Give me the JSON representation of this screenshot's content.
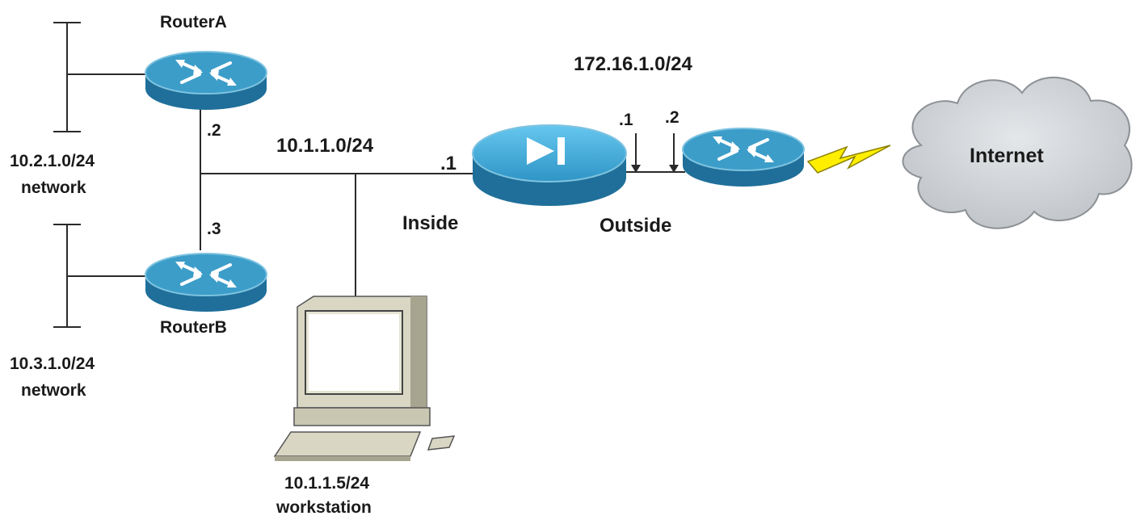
{
  "devices": {
    "router_a": {
      "name": "RouterA",
      "address": ".2"
    },
    "router_b": {
      "name": "RouterB",
      "address": ".3"
    },
    "firewall": {
      "inside_address": ".1",
      "inside_label": "Inside",
      "outside_label": "Outside",
      "outside_address": ".1"
    },
    "edge_router": {
      "address": ".2"
    },
    "internet": {
      "label": "Internet"
    },
    "workstation": {
      "address": "10.1.1.5/24",
      "label": "workstation"
    }
  },
  "networks": {
    "net_a": {
      "subnet": "10.2.1.0/24",
      "label": "network"
    },
    "net_b": {
      "subnet": "10.3.1.0/24",
      "label": "network"
    },
    "inside_lan": {
      "subnet": "10.1.1.0/24"
    },
    "outside_link": {
      "subnet": "172.16.1.0/24"
    }
  },
  "colors": {
    "router_top": "#3c9dc9",
    "router_side": "#1f6f9a",
    "router_rim": "#7fc3e0",
    "cloud": "#c8ccd0",
    "workstation_body": "#d9d7c4",
    "workstation_shadow": "#a7a48f",
    "lightning": "#ffee00"
  }
}
